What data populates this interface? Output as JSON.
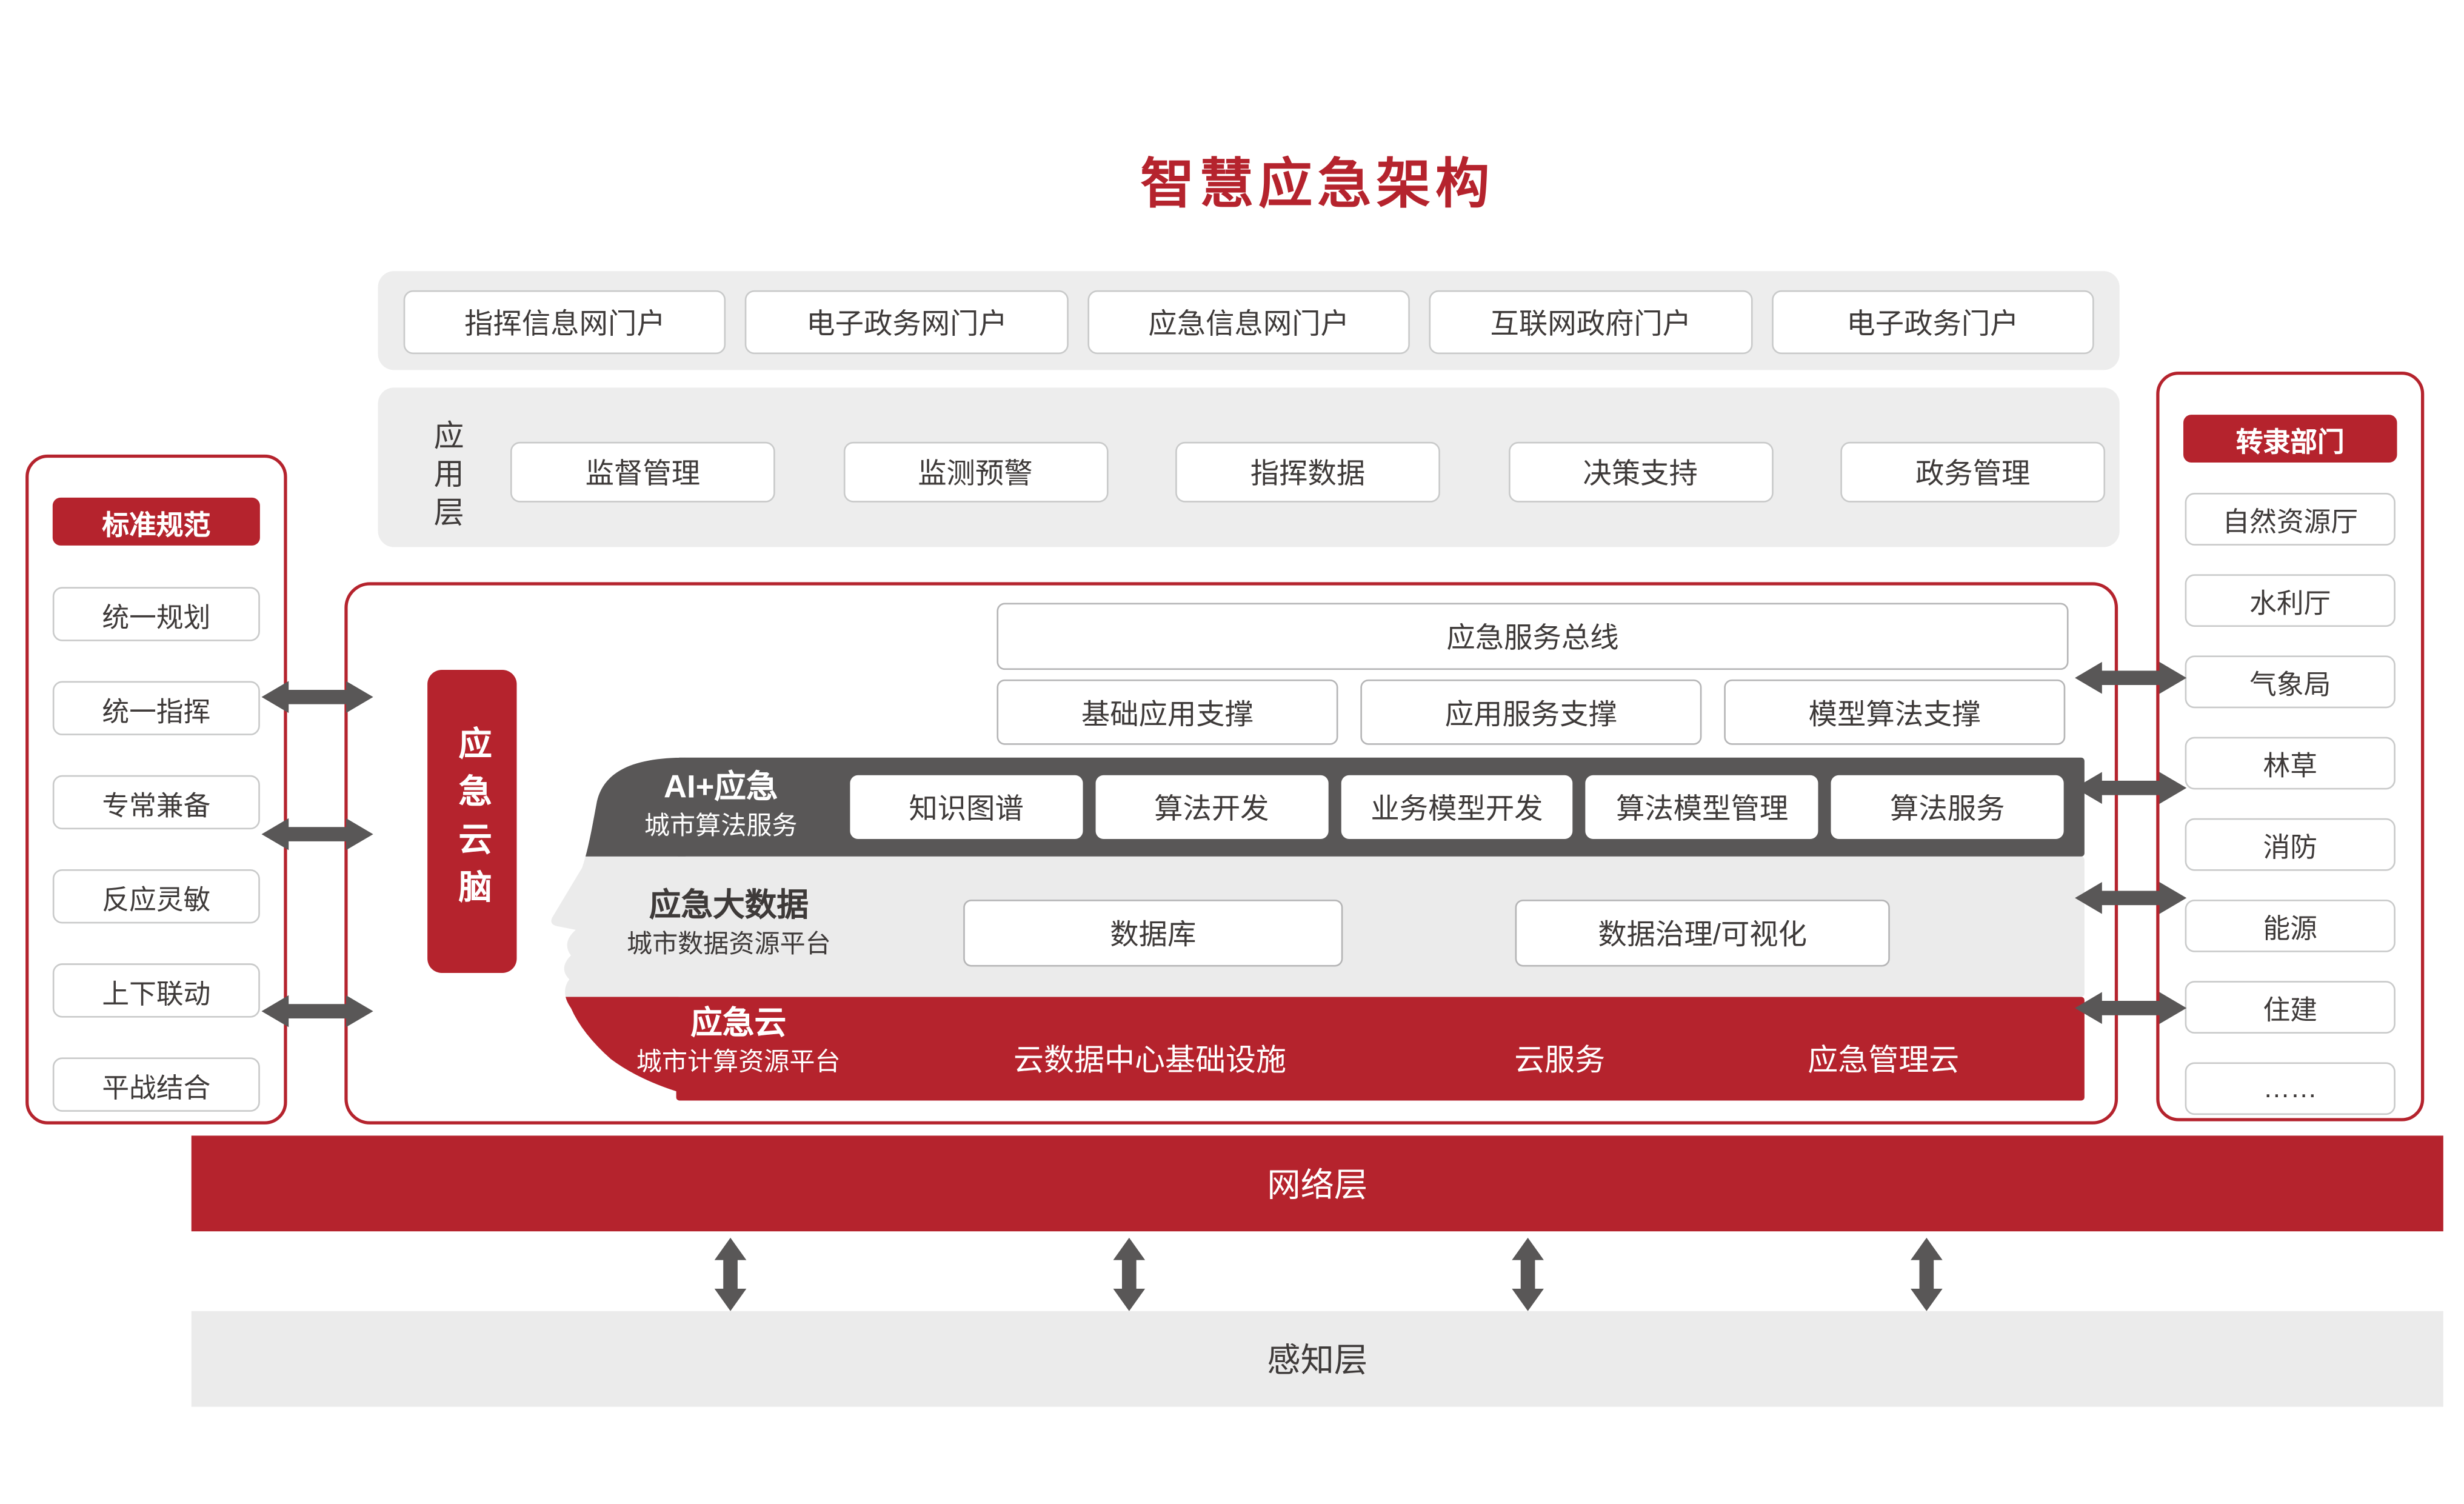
{
  "title": "智慧应急架构",
  "colors": {
    "red": "#b5232d",
    "dark_gray": "#595757",
    "band_gray": "#ebebeb",
    "container_gray": "#ededed",
    "text": "#3e3a39",
    "box_border": "#c9caca"
  },
  "portal_row": {
    "items": [
      "指挥信息网门户",
      "电子政务网门户",
      "应急信息网门户",
      "互联网政府门户",
      "电子政务门户"
    ]
  },
  "app_layer": {
    "label": "应用层",
    "items": [
      "监督管理",
      "监测预警",
      "指挥数据",
      "决策支持",
      "政务管理"
    ]
  },
  "standards_panel": {
    "header": "标准规范",
    "items": [
      "统一规划",
      "统一指挥",
      "专常兼备",
      "反应灵敏",
      "上下联动",
      "平战结合"
    ]
  },
  "departments_panel": {
    "header": "转隶部门",
    "items": [
      "自然资源厅",
      "水利厅",
      "气象局",
      "林草",
      "消防",
      "能源",
      "住建",
      "……"
    ]
  },
  "core": {
    "brain": "应急云脑",
    "service_bus": "应急服务总线",
    "supports": [
      "基础应用支撑",
      "应用服务支撑",
      "模型算法支撑"
    ],
    "ai_band": {
      "title": "AI+应急",
      "subtitle": "城市算法服务",
      "items": [
        "知识图谱",
        "算法开发",
        "业务模型开发",
        "算法模型管理",
        "算法服务"
      ]
    },
    "bigdata_band": {
      "title": "应急大数据",
      "subtitle": "城市数据资源平台",
      "items": [
        "数据库",
        "数据治理/可视化"
      ]
    },
    "cloud_band": {
      "title": "应急云",
      "subtitle": "城市计算资源平台",
      "items": [
        "云数据中心基础设施",
        "云服务",
        "应急管理云"
      ]
    }
  },
  "network_layer": "网络层",
  "perception_layer": "感知层"
}
